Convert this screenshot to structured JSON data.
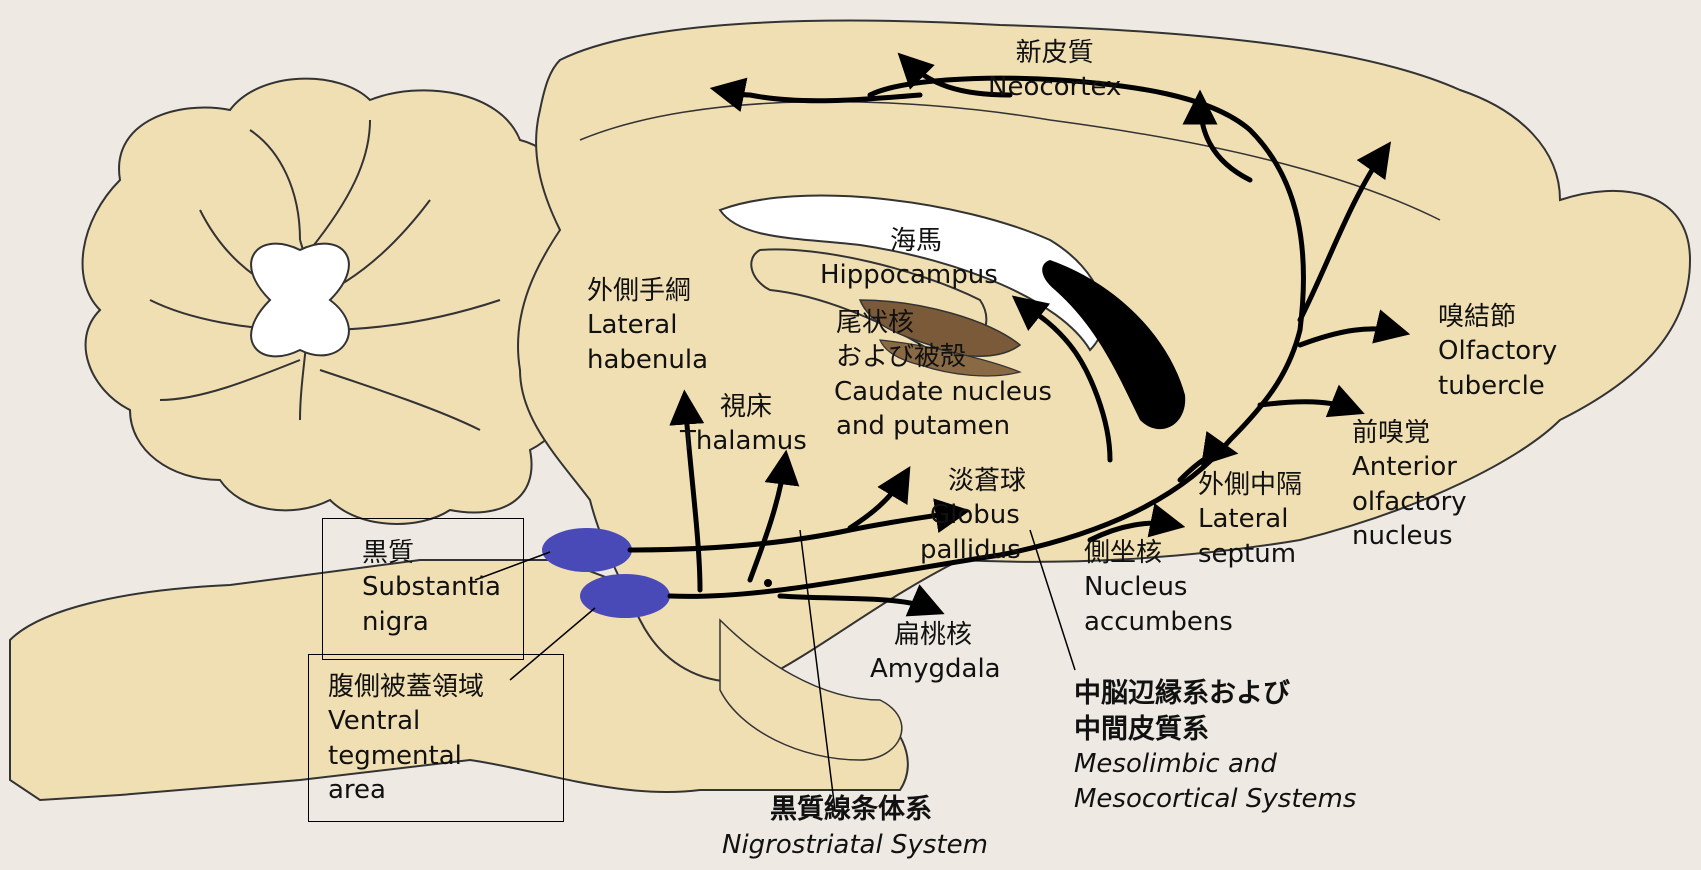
{
  "labels": {
    "neocortex": {
      "ja": "新皮質",
      "en": "Neocortex"
    },
    "hippocampus": {
      "ja": "海馬",
      "en": "Hippocampus"
    },
    "lateral_habenula": {
      "ja": "外側手綱",
      "en1": "Lateral",
      "en2": "habenula"
    },
    "caudate": {
      "ja1": "尾状核",
      "ja2": "および被殻",
      "en1": "Caudate nucleus",
      "en2": "and putamen"
    },
    "thalamus": {
      "ja": "視床",
      "en": "Thalamus"
    },
    "globus_pallidus": {
      "ja": "淡蒼球",
      "en1": "Globus",
      "en2": "pallidus"
    },
    "amygdala": {
      "ja": "扁桃核",
      "en": "Amygdala"
    },
    "nucleus_accumbens": {
      "ja": "側坐核",
      "en1": "Nucleus",
      "en2": "accumbens"
    },
    "lateral_septum": {
      "ja": "外側中隔",
      "en1": "Lateral",
      "en2": "septum"
    },
    "olfactory_tubercle": {
      "ja": "嗅結節",
      "en1": "Olfactory",
      "en2": "tubercle"
    },
    "anterior_olfactory": {
      "ja": "前嗅覚",
      "en1": "Anterior",
      "en2": "olfactory",
      "en3": "nucleus"
    },
    "substantia_nigra": {
      "ja": "黒質",
      "en1": "Substantia",
      "en2": "nigra"
    },
    "vta": {
      "ja": "腹側被蓋領域",
      "en1": "Ventral",
      "en2": "tegmental",
      "en3": "area"
    }
  },
  "systems": {
    "nigrostriatal": {
      "ja": "黒質線条体系",
      "en": "Nigrostriatal System"
    },
    "mesolimbic": {
      "ja1": "中脳辺縁系および",
      "ja2": "中間皮質系",
      "en1": "Mesolimbic and",
      "en2": "Mesocortical Systems"
    }
  },
  "colors": {
    "brain_fill": "#f1dfb4",
    "outline": "#333333",
    "pathway": "#000000",
    "nucleus": "#4a49b8",
    "background": "#eeeae3",
    "striatum": "#7a5a38"
  }
}
